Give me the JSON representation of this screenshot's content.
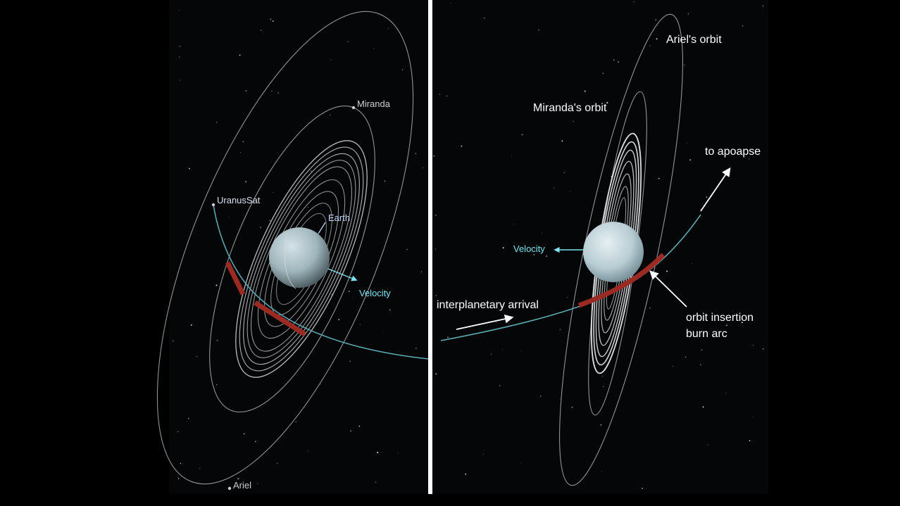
{
  "left_panel": {
    "labels": {
      "miranda": "Miranda",
      "uranussat": "UranusSat",
      "earth": "Earth",
      "velocity": "Velocity",
      "ariel": "Ariel"
    }
  },
  "right_panel": {
    "labels": {
      "ariels_orbit": "Ariel's orbit",
      "mirandas_orbit": "Miranda's orbit",
      "to_apoapse": "to apoapse",
      "velocity": "Velocity",
      "interplanetary_arrival": "interplanetary arrival",
      "orbit_insertion_line1": "orbit insertion",
      "orbit_insertion_line2": "burn arc"
    }
  },
  "colors": {
    "background": "#000000",
    "panel_background": "#050608",
    "divider": "#ffffff",
    "orbit_line": "#bfc4c8",
    "ring": "#d8dadc",
    "trajectory": "#5aa6b0",
    "burn_arc": "#9a2a22",
    "planet": "#a9c3cb",
    "velocity_label": "#7fe3ef",
    "earth_label": "#c8d8ff",
    "moon_label": "#c9cdd2",
    "annotation": "#ffffff"
  },
  "icons": [
    "star-field",
    "uranus-planet",
    "moon-marker"
  ]
}
